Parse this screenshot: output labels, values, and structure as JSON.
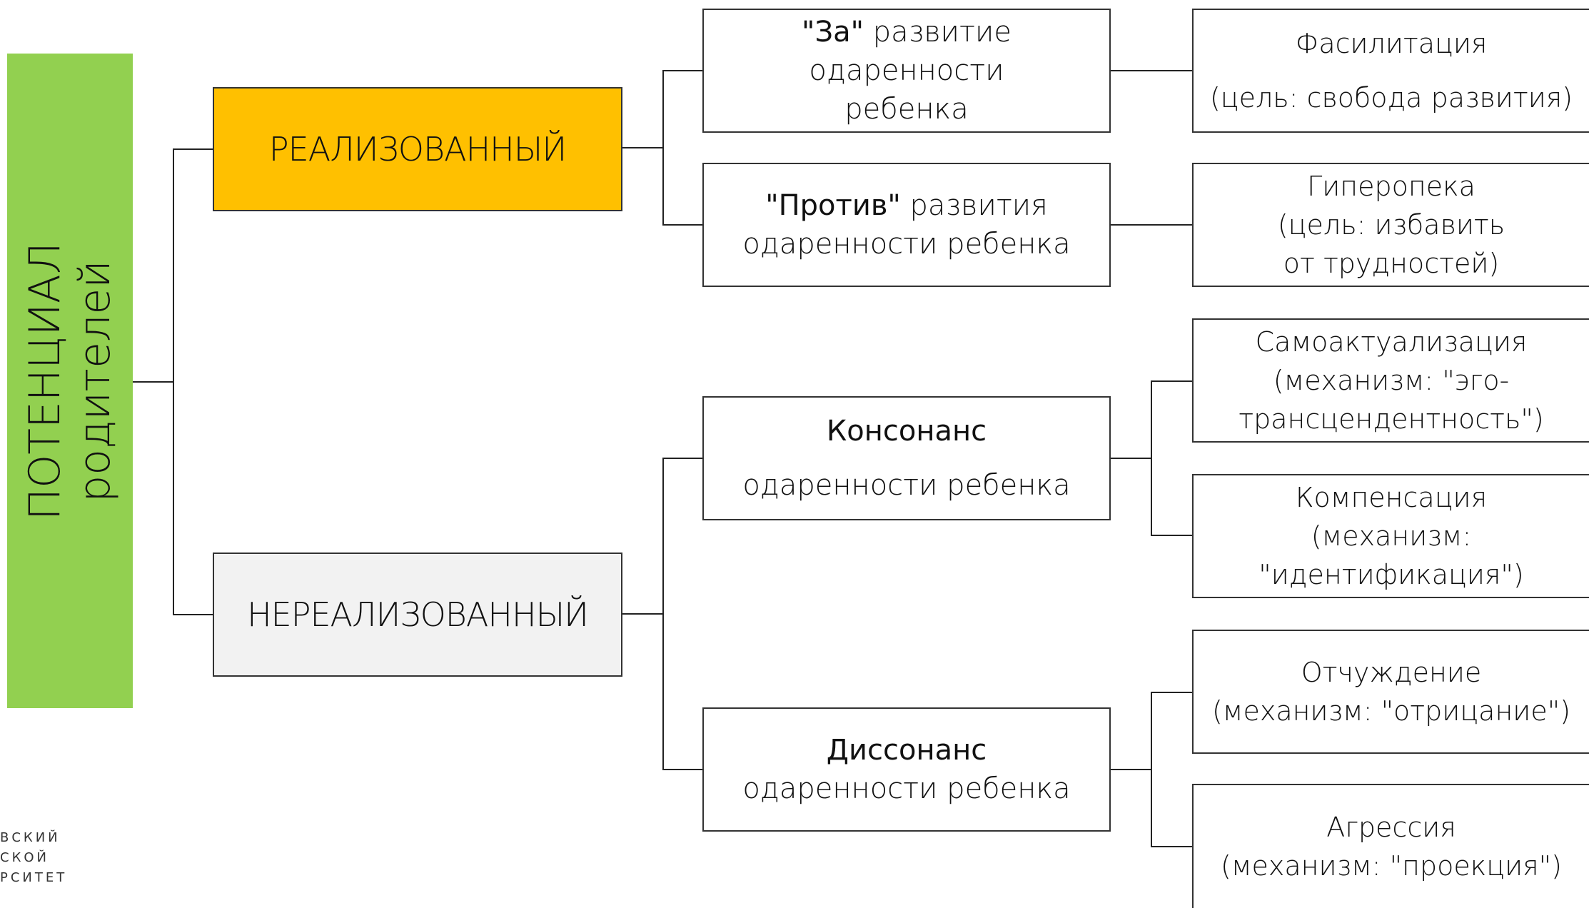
{
  "root": {
    "line1": "ПОТЕНЦИАЛ",
    "line2": "родителей",
    "color": "#92d050"
  },
  "realized": {
    "label": "РЕАЛИЗОВАННЫЙ",
    "color": "#ffc000"
  },
  "unrealized": {
    "label": "НЕРЕАЛИЗОВАННЫЙ",
    "color": "#f2f2f2"
  },
  "pro": {
    "bold": "\"За\"",
    "rest1": " развитие одаренности",
    "line2": "ребенка"
  },
  "contra": {
    "bold": "\"Против\"",
    "rest1": " развития",
    "line2": "одаренности ребенка"
  },
  "consonance": {
    "line1": "Консонанс",
    "line2": "одаренности ребенка"
  },
  "dissonance": {
    "line1": "Диссонанс",
    "line2": "одаренности ребенка"
  },
  "facilitation": {
    "line1": "Фасилитация",
    "line2": "(цель: свобода развития)"
  },
  "hyperprotection": {
    "line1": "Гиперопека",
    "line2": "(цель: избавить",
    "line3": "от трудностей)"
  },
  "selfactualization": {
    "line1": "Самоактуализация",
    "line2": "(механизм: \"эго-",
    "line3": "трансцендентность\")"
  },
  "compensation": {
    "line1": "Компенсация",
    "line2": "(механизм:",
    "line3": "\"идентификация\")"
  },
  "alienation": {
    "line1": "Отчуждение",
    "line2": "(механизм: \"отрицание\")"
  },
  "aggression": {
    "line1": "Агрессия",
    "line2": "(механизм: \"проекция\")"
  },
  "logo": {
    "line1": "ВСКИЙ",
    "line2": "СКОЙ",
    "line3": "РСИТЕТ"
  }
}
